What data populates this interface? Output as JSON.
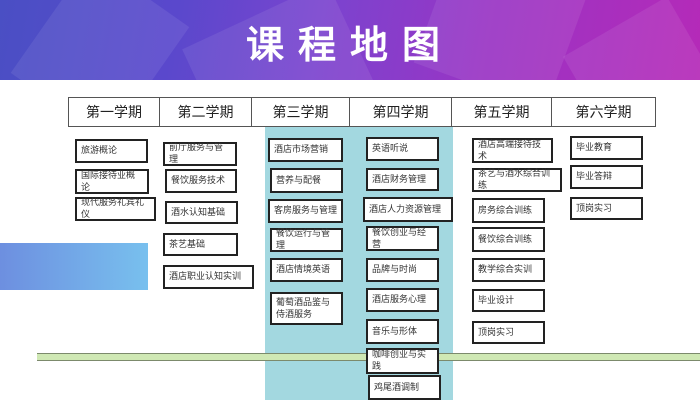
{
  "title": "课程地图",
  "semesters": [
    {
      "label": "第一学期",
      "courses": [
        "旅游概论",
        "国际接待业概论",
        "现代服务礼宾礼仪"
      ]
    },
    {
      "label": "第二学期",
      "courses": [
        "前厅服务与管理",
        "餐饮服务技术",
        "酒水认知基础",
        "茶艺基础",
        "酒店职业认知实训"
      ]
    },
    {
      "label": "第三学期",
      "courses": [
        "酒店市场营销",
        "营养与配餐",
        "客房服务与管理",
        "餐饮运行与管理",
        "酒店情境英语",
        "葡萄酒品鉴与侍酒服务"
      ]
    },
    {
      "label": "第四学期",
      "courses": [
        "英语听说",
        "酒店财务管理",
        "酒店人力资源管理",
        "餐饮创业与经营",
        "品牌与时尚",
        "酒店服务心理",
        "音乐与形体",
        "咖啡创业与实践",
        "鸡尾酒调制"
      ]
    },
    {
      "label": "第五学期",
      "courses": [
        "酒店高端接待技术",
        "茶艺与酒水综合训练",
        "房务综合训练",
        "餐饮综合训练",
        "教学综合实训",
        "毕业设计",
        "顶岗实习"
      ]
    },
    {
      "label": "第六学期",
      "courses": [
        "毕业教育",
        "毕业答辩",
        "顶岗实习"
      ]
    }
  ]
}
